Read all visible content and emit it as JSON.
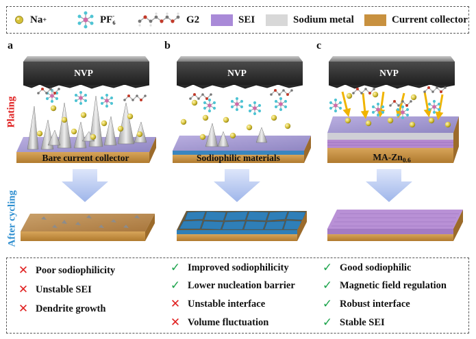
{
  "legend": {
    "na_label": "Na",
    "na_sup": "+",
    "pf6_label": "PF",
    "pf6_sub": "6",
    "pf6_sup": "-",
    "g2_label": "G2",
    "sei_label": "SEI",
    "sodium_label": "Sodium metal",
    "collector_label": "Current collector"
  },
  "colors": {
    "sei": "#a98ad8",
    "sodium_metal": "#d8d8d8",
    "current_collector": "#c8913f",
    "na_ion": "#d6c23a",
    "pf6": "#4fc4d4",
    "dendrite_blue": "#2f7fb8",
    "arrow_blue": "#b6c8ee",
    "yellow_arrow": "#f0b400",
    "red_label": "#e02020",
    "blue_label": "#2f8fd0"
  },
  "panels": [
    {
      "letter": "a",
      "cathode": "NVP",
      "collector_text": "Bare current collector"
    },
    {
      "letter": "b",
      "cathode": "NVP",
      "collector_text": "Sodiophilic materials"
    },
    {
      "letter": "c",
      "cathode": "NVP",
      "collector_text_main": "MA-Zn",
      "collector_text_sub": "0.6"
    }
  ],
  "row_labels": {
    "plating": "Plating",
    "after_cycling": "After cycling"
  },
  "features": {
    "col_a": [
      {
        "mark": "x",
        "text": "Poor sodiophilicity"
      },
      {
        "mark": "x",
        "text": "Unstable SEI"
      },
      {
        "mark": "x",
        "text": "Dendrite growth"
      }
    ],
    "col_b": [
      {
        "mark": "check",
        "text": "Improved sodiophilicity"
      },
      {
        "mark": "check",
        "text": "Lower nucleation barrier"
      },
      {
        "mark": "x",
        "text": "Unstable interface"
      },
      {
        "mark": "x",
        "text": "Volume fluctuation"
      }
    ],
    "col_c": [
      {
        "mark": "check",
        "text": "Good sodiophilic"
      },
      {
        "mark": "check",
        "text": "Magnetic field regulation"
      },
      {
        "mark": "check",
        "text": "Robust interface"
      },
      {
        "mark": "check",
        "text": "Stable SEI"
      }
    ]
  }
}
